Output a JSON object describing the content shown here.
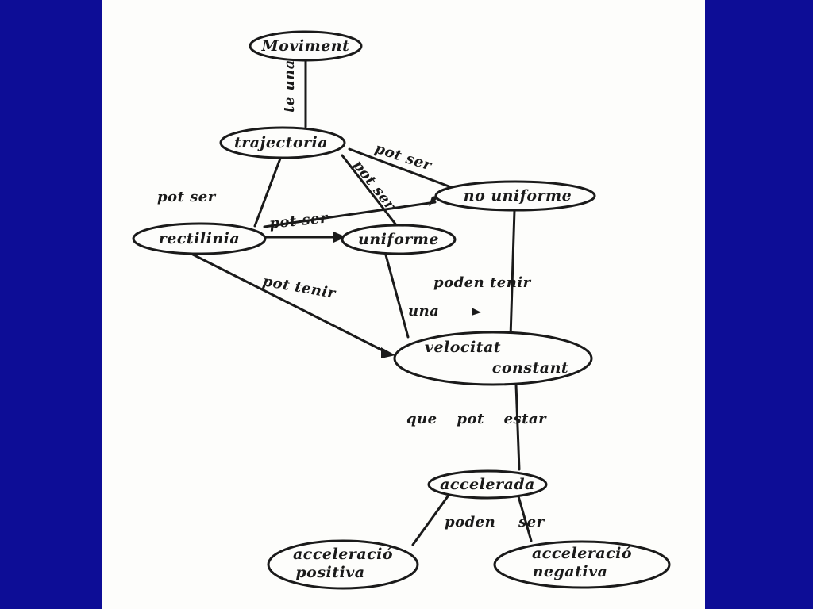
{
  "colors": {
    "background": "#0d0d96",
    "paper": "#fdfdfb",
    "ink": "#1a1a1a"
  },
  "nodes": {
    "moviment": "Moviment",
    "trajectoria": "trajectoria",
    "no_uniforme": "no uniforme",
    "rectilinia": "rectilinia",
    "uniforme": "uniforme",
    "velocitat_line1": "velocitat",
    "velocitat_line2": "constant",
    "accelerada": "accelerada",
    "positiva_line1": "acceleració",
    "positiva_line2": "positiva",
    "negativa_line1": "acceleració",
    "negativa_line2": "negativa"
  },
  "links": {
    "te_una": "te una",
    "pot_ser_top": "pot ser",
    "pot_ser_diag": "pot ser",
    "pot_ser_left": "pot ser",
    "pot_ser_mid": "pot ser",
    "pot_tenir": "pot tenir",
    "poden_tenir": "poden tenir",
    "una": "una",
    "que_pot_estar": "que pot estar",
    "poden_ser": "poden ser"
  }
}
